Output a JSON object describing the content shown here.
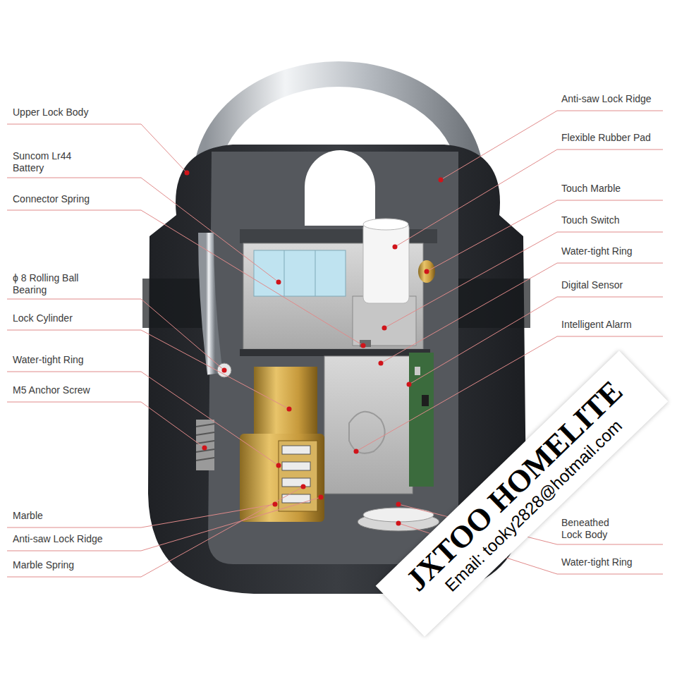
{
  "diagram": {
    "labels": [
      "Upper Lock Body",
      "Suncom Lr44 Battery",
      "Connector Spring",
      "ϕ 8 Rolling Ball Bearing",
      "Lock Cylinder",
      "Water-tight Ring",
      "M5 Anchor Screw",
      "Marble",
      "Anti-saw Lock Ridge",
      "Marble Spring",
      "Anti-saw Lock Ridge",
      "Flexible Rubber Pad",
      "Touch Marble",
      "Touch Switch",
      "Water-tight Ring",
      "Digital Sensor",
      "Intelligent Alarm",
      "Beneathed Lock Body",
      "Water-tight Ring",
      "JXTOO HOMELITE",
      "Email: tooky2828@hotmail.com"
    ]
  }
}
